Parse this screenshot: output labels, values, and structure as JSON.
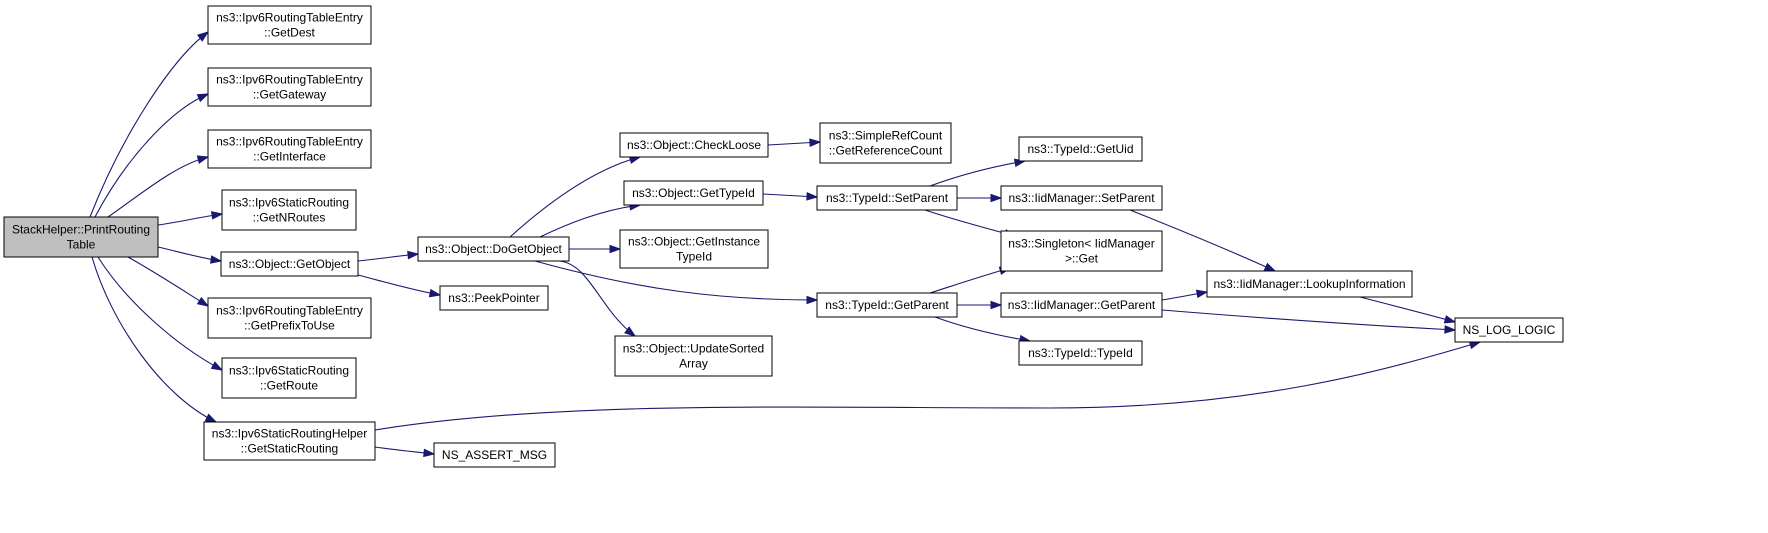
{
  "colors": {
    "edge": "#191970",
    "root_fill": "#bfbfbf",
    "node_fill": "#ffffff",
    "border": "#000000"
  },
  "nodes": {
    "root": [
      "StackHelper::PrintRouting",
      "Table"
    ],
    "getdest": [
      "ns3::Ipv6RoutingTableEntry",
      "::GetDest"
    ],
    "getgateway": [
      "ns3::Ipv6RoutingTableEntry",
      "::GetGateway"
    ],
    "getinterface": [
      "ns3::Ipv6RoutingTableEntry",
      "::GetInterface"
    ],
    "getnroutes": [
      "ns3::Ipv6StaticRouting",
      "::GetNRoutes"
    ],
    "getobject": [
      "ns3::Object::GetObject"
    ],
    "getprefix": [
      "ns3::Ipv6RoutingTableEntry",
      "::GetPrefixToUse"
    ],
    "getroute": [
      "ns3::Ipv6StaticRouting",
      "::GetRoute"
    ],
    "getstaticrouting": [
      "ns3::Ipv6StaticRoutingHelper",
      "::GetStaticRouting"
    ],
    "dogetobject": [
      "ns3::Object::DoGetObject"
    ],
    "peekpointer": [
      "ns3::PeekPointer"
    ],
    "nsassert": [
      "NS_ASSERT_MSG"
    ],
    "checkloose": [
      "ns3::Object::CheckLoose"
    ],
    "gettypeid": [
      "ns3::Object::GetTypeId"
    ],
    "getinstancetypeid": [
      "ns3::Object::GetInstance",
      "TypeId"
    ],
    "updatesorted": [
      "ns3::Object::UpdateSorted",
      "Array"
    ],
    "getrefcount": [
      "ns3::SimpleRefCount",
      "::GetReferenceCount"
    ],
    "setparent": [
      "ns3::TypeId::SetParent"
    ],
    "typeid_getparent": [
      "ns3::TypeId::GetParent"
    ],
    "getuid": [
      "ns3::TypeId::GetUid"
    ],
    "iid_setparent": [
      "ns3::IidManager::SetParent"
    ],
    "singleton": [
      "ns3::Singleton< IidManager",
      ">::Get"
    ],
    "iid_getparent": [
      "ns3::IidManager::GetParent"
    ],
    "typeid_typeid": [
      "ns3::TypeId::TypeId"
    ],
    "lookup": [
      "ns3::IidManager::LookupInformation"
    ],
    "nslog": [
      "NS_LOG_LOGIC"
    ]
  }
}
